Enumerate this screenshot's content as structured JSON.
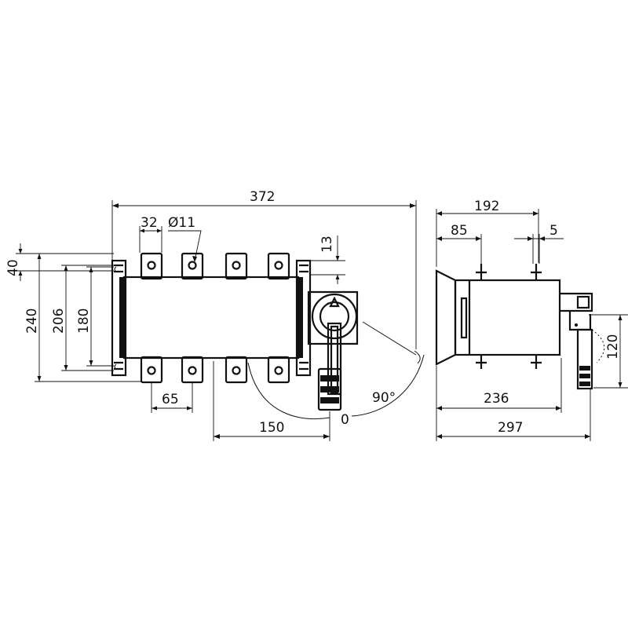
{
  "dimensions": {
    "overall_width": "372",
    "terminal_pitch_top": "32",
    "hole_diameter": "Ø11",
    "handle_offset_top": "13",
    "top_gap": "40",
    "overall_height": "240",
    "mount_height_outer": "206",
    "mount_height_inner": "180",
    "terminal_pitch_bottom": "65",
    "handle_distance": "150",
    "rotation_angle": "90°",
    "handle_zero": "0",
    "side_total_top": "192",
    "side_left_offset": "85",
    "side_right_offset": "5",
    "side_handle_height": "120",
    "side_body_depth": "236",
    "side_total_depth": "297"
  }
}
